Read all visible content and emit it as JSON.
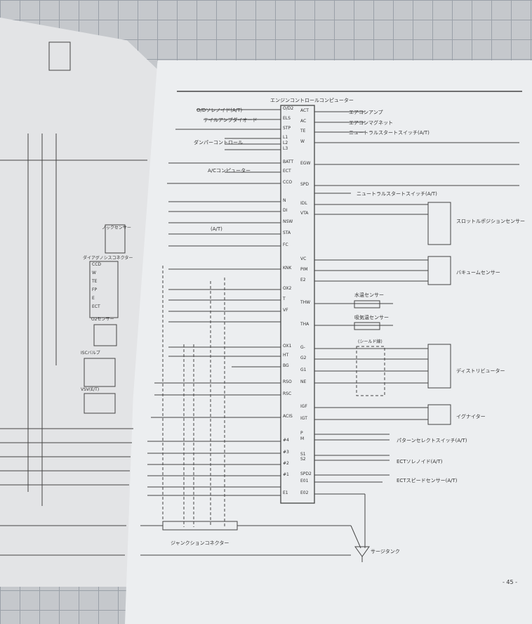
{
  "header": {
    "ecu_title": "エンジンコントロールコンピューター"
  },
  "page_number": "- 45 -",
  "ecu_pins_left": [
    "O/D2",
    "ELS",
    "STP",
    "L1",
    "L2",
    "L3",
    "BATT",
    "ECT",
    "CCO",
    "N",
    "DI",
    "NSW",
    "STA",
    "FC",
    "KNK",
    "OX2",
    "T",
    "VF",
    "OX1",
    "HT",
    "BG",
    "RSO",
    "RSC",
    "ACIS",
    "#4",
    "#3",
    "#2",
    "#1",
    "E1"
  ],
  "ecu_pins_right": [
    "ACT",
    "AC",
    "TE",
    "W",
    "EGW",
    "SPD",
    "IDL",
    "VTA",
    "VC",
    "PIM",
    "E2",
    "THW",
    "THA",
    "G-",
    "G2",
    "G1",
    "NE",
    "IGF",
    "IGT",
    "P",
    "M",
    "S1",
    "S2",
    "SPD2",
    "E01",
    "E02"
  ],
  "right_components": {
    "throttle_sensor": "スロットルポジションセンサー",
    "vacuum_sensor": "バキュームセンサー",
    "water_temp_sensor": "水温センサー",
    "intake_temp_sensor": "吸気温センサー",
    "distributor": "ディストリビューター",
    "igniter": "イグナイター",
    "pattern_select": "パターンセレクトスイッチ(A/T)",
    "ect_solenoid": "ECTソレノイド(A/T)",
    "ect_speed": "ECTスピードセンサー(A/T)",
    "surge_tank": "サージタンク",
    "junction_connector": "ジャンクションコネクター"
  },
  "top_labels": {
    "od_solenoid": "O/Dソレノイド(A/T)",
    "tail_lamp": "テイルアンプダイオード",
    "damper": "ダンパーコントロール",
    "ac_computer": "A/Cコンピューター",
    "ac_amp": "エアコンアンプ",
    "ac_magnet": "エアコンマグネット",
    "neutral": "ニュートラルスタートスイッチ(A/T)",
    "neutral2": "ニュートラルスタートスイッチ(A/T)",
    "at_label": "(A/T)"
  },
  "shield": "(シールド線)",
  "left_page": {
    "knock_sensor": "ノックセンサー",
    "diag": "ダイアグノシスコネクター",
    "o2": "O2センサー",
    "isc": "ISCバルブ",
    "vsv": "VSV(E/T)",
    "ccd": [
      "CCD",
      "W",
      "TE",
      "FP",
      "E",
      "ECT"
    ]
  }
}
